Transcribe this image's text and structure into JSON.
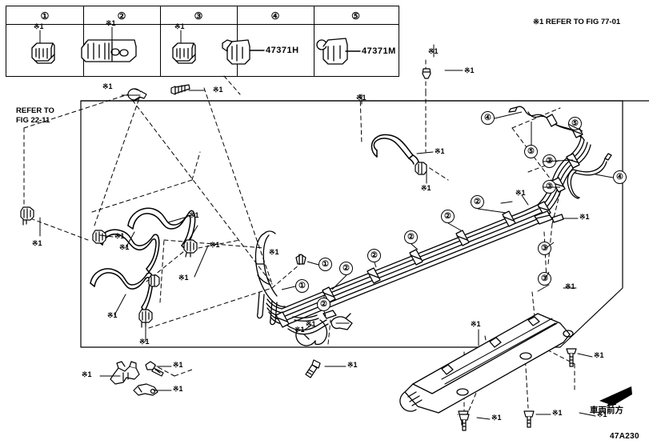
{
  "diagram": {
    "code": "47A230",
    "note_ref_top": "※1 REFER TO FIG 77-01",
    "ref_left_line1": "REFER TO",
    "ref_left_line2": "FIG 22-11",
    "direction_label": "車両前方",
    "note_mark": "※1"
  },
  "legend": {
    "columns": [
      {
        "num": "①",
        "mark": "※1",
        "part_number": ""
      },
      {
        "num": "②",
        "mark": "※1",
        "part_number": ""
      },
      {
        "num": "③",
        "mark": "※1",
        "part_number": ""
      },
      {
        "num": "④",
        "mark": "",
        "part_number": "47371H"
      },
      {
        "num": "⑤",
        "mark": "",
        "part_number": "47371M"
      }
    ]
  },
  "callouts": [
    {
      "id": "c1",
      "num": "①"
    },
    {
      "id": "c2",
      "num": "①"
    },
    {
      "id": "c3",
      "num": "②"
    },
    {
      "id": "c4",
      "num": "②"
    },
    {
      "id": "c5",
      "num": "②"
    },
    {
      "id": "c6",
      "num": "②"
    },
    {
      "id": "c7",
      "num": "②"
    },
    {
      "id": "c8",
      "num": "②"
    },
    {
      "id": "c9",
      "num": "③"
    },
    {
      "id": "c10",
      "num": "③"
    },
    {
      "id": "c11",
      "num": "③"
    },
    {
      "id": "c12",
      "num": "③"
    },
    {
      "id": "c13",
      "num": "④"
    },
    {
      "id": "c14",
      "num": "④"
    },
    {
      "id": "c15",
      "num": "⑤"
    },
    {
      "id": "c16",
      "num": "⑤"
    }
  ],
  "marks": [
    {
      "id": "m01",
      "text": "※1"
    },
    {
      "id": "m02",
      "text": "※1"
    },
    {
      "id": "m03",
      "text": "※1"
    },
    {
      "id": "m04",
      "text": "※1"
    },
    {
      "id": "m05",
      "text": "※1"
    },
    {
      "id": "m06",
      "text": "※1"
    },
    {
      "id": "m07",
      "text": "※1"
    },
    {
      "id": "m08",
      "text": "※1"
    },
    {
      "id": "m09",
      "text": "※1"
    },
    {
      "id": "m10",
      "text": "※1"
    },
    {
      "id": "m11",
      "text": "※1"
    },
    {
      "id": "m12",
      "text": "※1"
    },
    {
      "id": "m13",
      "text": "※1"
    },
    {
      "id": "m14",
      "text": "※1"
    },
    {
      "id": "m15",
      "text": "※1"
    },
    {
      "id": "m16",
      "text": "※1"
    },
    {
      "id": "m17",
      "text": "※1"
    },
    {
      "id": "m18",
      "text": "※1"
    },
    {
      "id": "m19",
      "text": "※1"
    },
    {
      "id": "m20",
      "text": "※1"
    },
    {
      "id": "m21",
      "text": "※1"
    },
    {
      "id": "m22",
      "text": "※1"
    },
    {
      "id": "m23",
      "text": "※1"
    },
    {
      "id": "m24",
      "text": "※1"
    },
    {
      "id": "m25",
      "text": "※1"
    },
    {
      "id": "m26",
      "text": "※1"
    },
    {
      "id": "m27",
      "text": "※1"
    },
    {
      "id": "m28",
      "text": "※1"
    },
    {
      "id": "m29",
      "text": "※1"
    },
    {
      "id": "m30",
      "text": "※1"
    },
    {
      "id": "m31",
      "text": "※1"
    },
    {
      "id": "m32",
      "text": "※1"
    }
  ]
}
